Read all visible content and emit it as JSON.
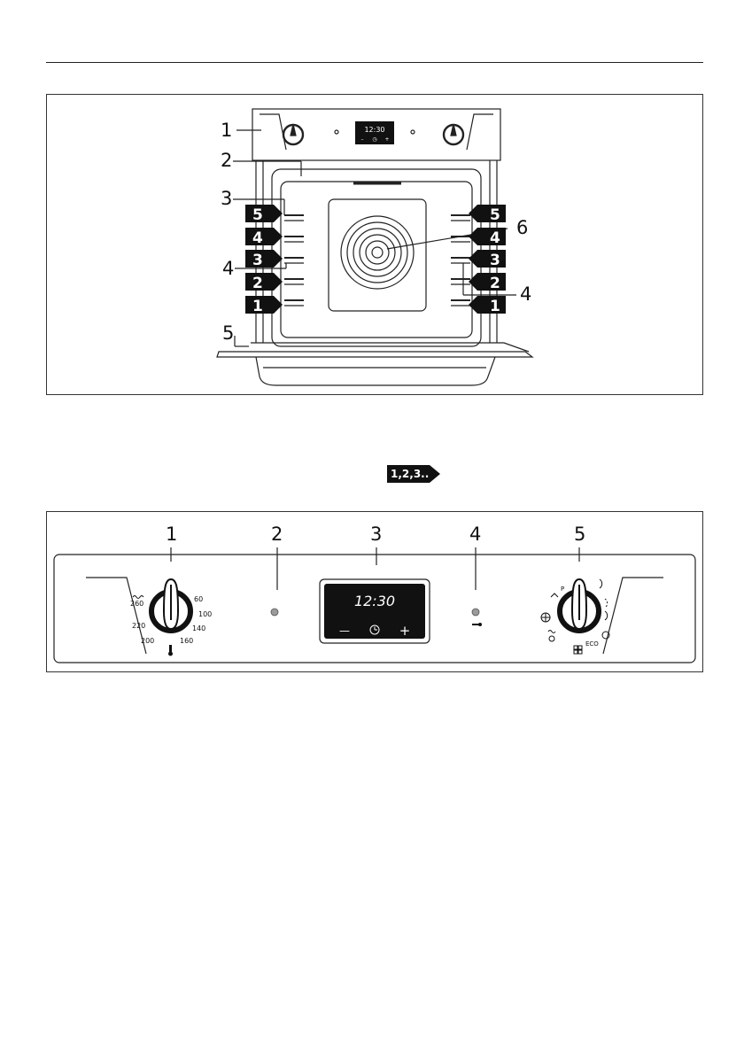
{
  "figure1": {
    "callouts_left": [
      "1",
      "2",
      "3",
      "4",
      "5"
    ],
    "callouts_right": [
      "6",
      "4"
    ],
    "shelf_levels_left": [
      "5",
      "4",
      "3",
      "2",
      "1"
    ],
    "shelf_levels_right": [
      "5",
      "4",
      "3",
      "2",
      "1"
    ],
    "mini_display_time": "12:30",
    "mini_display_buttons": [
      "–",
      "◷",
      "+"
    ]
  },
  "badge": {
    "label": "1,2,3.."
  },
  "figure2": {
    "callouts": [
      "1",
      "2",
      "3",
      "4",
      "5"
    ],
    "display": {
      "time": "12:30",
      "minus": "—",
      "plus": "+"
    },
    "temperature_knob": {
      "scale": [
        "60",
        "100",
        "140",
        "160",
        "200",
        "220",
        "260"
      ]
    },
    "function_knob": {
      "labels": [
        "P",
        "ECO"
      ]
    }
  },
  "colors": {
    "ink": "#111111",
    "indicator_grey": "#9a9a9a",
    "display_bg": "#111111",
    "display_text": "#ffffff"
  }
}
